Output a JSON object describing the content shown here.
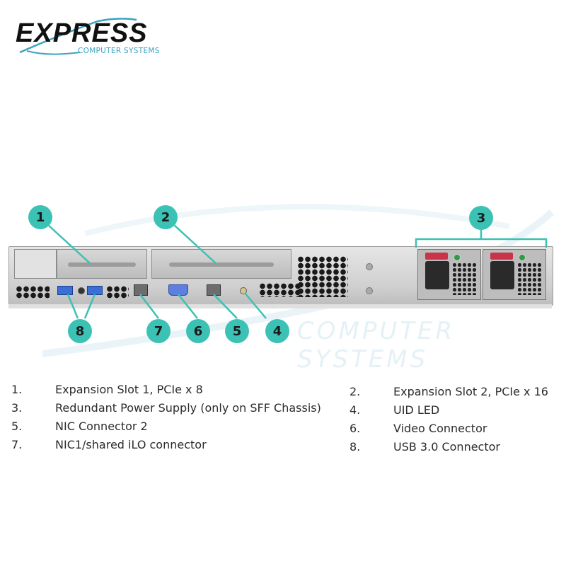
{
  "logo": {
    "brand": "EXPRESS",
    "tagline": "COMPUTER SYSTEMS",
    "accent_color": "#3aa3c2"
  },
  "watermark": {
    "text": "COMPUTER SYSTEMS"
  },
  "diagram": {
    "subject": "Server rear panel",
    "callout_color": "#3cc1b5",
    "callouts": [
      {
        "number": "1",
        "target": "expansion-slot-1"
      },
      {
        "number": "2",
        "target": "expansion-slot-2"
      },
      {
        "number": "3",
        "target": "redundant-power-supply"
      },
      {
        "number": "4",
        "target": "uid-led"
      },
      {
        "number": "5",
        "target": "nic-connector-2"
      },
      {
        "number": "6",
        "target": "video-connector"
      },
      {
        "number": "7",
        "target": "nic1-ilo-connector"
      },
      {
        "number": "8",
        "target": "usb-3-connectors"
      }
    ]
  },
  "legend": {
    "items": [
      {
        "number": "1.",
        "label": "Expansion Slot 1, PCIe x 8"
      },
      {
        "number": "2.",
        "label": "Expansion Slot 2, PCIe x 16"
      },
      {
        "number": "3.",
        "label": "Redundant Power Supply (only on SFF Chassis)"
      },
      {
        "number": "4.",
        "label": "UID LED"
      },
      {
        "number": "5.",
        "label": "NIC Connector 2"
      },
      {
        "number": "6.",
        "label": "Video Connector"
      },
      {
        "number": "7.",
        "label": "NIC1/shared iLO connector"
      },
      {
        "number": "8.",
        "label": "USB 3.0 Connector"
      }
    ]
  }
}
